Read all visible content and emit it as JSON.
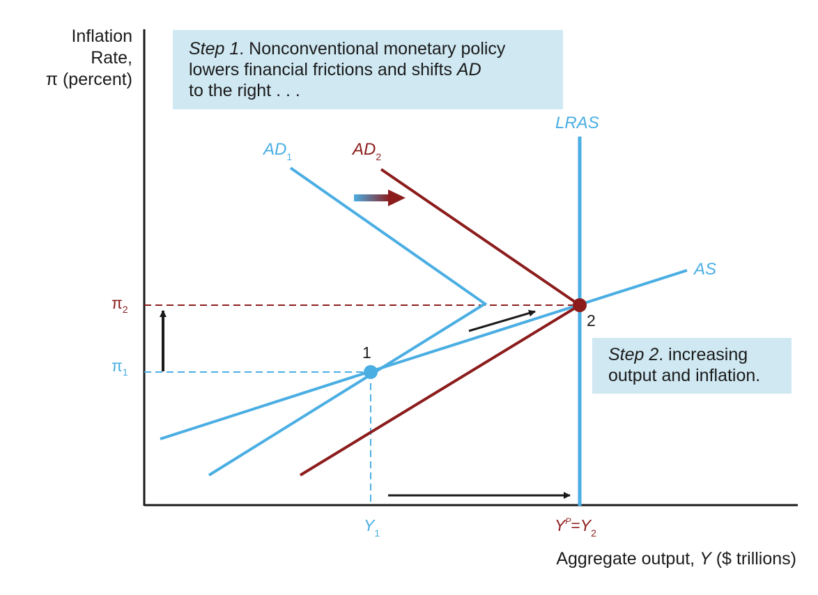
{
  "axes": {
    "y_title_lines": [
      "Inflation",
      "Rate,",
      "π (percent)"
    ],
    "x_title_prefix": "Aggregate output, ",
    "x_title_var": "Y",
    "x_title_suffix": " ($ trillions)"
  },
  "step1": {
    "lead": "Step 1",
    "line1_rest": ". Nonconventional monetary policy",
    "line2_prefix": "lowers financial frictions and shifts ",
    "line2_var": "AD",
    "line3": "to the right . . ."
  },
  "step2": {
    "lead": "Step 2",
    "line1_rest": ". increasing",
    "line2": "output and inflation."
  },
  "curves": {
    "ad1_base": "AD",
    "ad1_sub": "1",
    "ad2_base": "AD",
    "ad2_sub": "2",
    "lras": "LRAS",
    "as": "AS"
  },
  "ticks": {
    "pi1_base": "π",
    "pi1_sub": "1",
    "pi2_base": "π",
    "pi2_sub": "2",
    "y1_base": "Y",
    "y1_sub": "1",
    "yp_base": "Y",
    "yp_sup": "P",
    "yp_eq": "=",
    "yp_y2_base": "Y",
    "yp_y2_sub": "2"
  },
  "points": {
    "p1": "1",
    "p2": "2"
  },
  "colors": {
    "blue": "#4aaee3",
    "red": "#8c1c1c",
    "black": "#1a1a1a",
    "callout_bg": "#cfe8f2"
  }
}
